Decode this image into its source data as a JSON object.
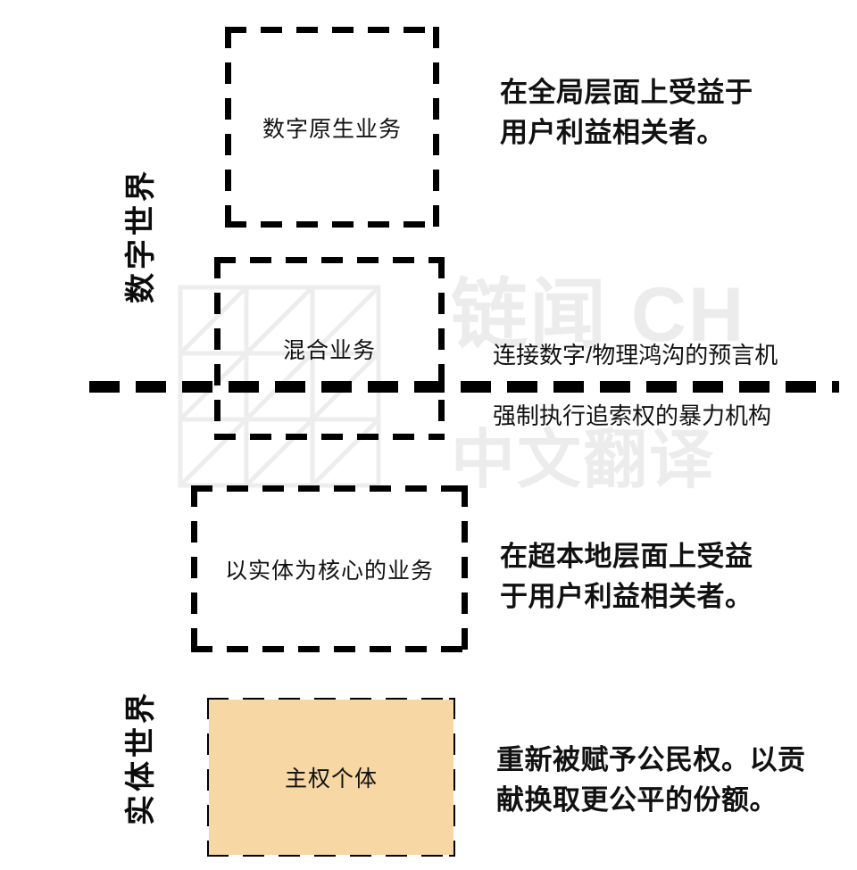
{
  "diagram": {
    "axis_labels": {
      "digital_world": "数字世界",
      "physical_world": "实体世界"
    },
    "boxes": [
      {
        "id": "digital-native",
        "label": "数字原生业务",
        "fill": "none",
        "border": "dashed-black"
      },
      {
        "id": "hybrid",
        "label": "混合业务",
        "fill": "none",
        "border": "dashed-black"
      },
      {
        "id": "entity-core",
        "label": "以实体为核心的业务",
        "fill": "none",
        "border": "dashed-black"
      },
      {
        "id": "sovereign",
        "label": "主权个体",
        "fill": "#F7D7A4",
        "border": "dashed-black"
      }
    ],
    "descriptions": {
      "global": "在全局层面上受益于\n用户利益相关者。",
      "oracle": "连接数字/物理鸿沟的预言机",
      "violence": "强制执行追索权的暴力机构",
      "hyperlocal": "在超本地层面上受益\n于用户利益相关者。",
      "sovereign": "重新被赋予公民权。以贡\n献换取更公平的份额。"
    },
    "divider": {
      "style": "thick-dashed-horizontal",
      "color": "#000000"
    },
    "watermark": {
      "text_top": "链闻 CH",
      "text_bottom": "中文翻译",
      "color": "#ececec",
      "logo": "grid-diagonal-logo"
    }
  }
}
